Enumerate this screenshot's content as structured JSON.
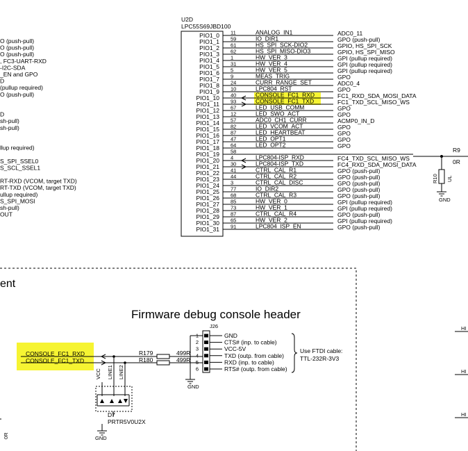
{
  "left_fragments": [
    "O (push-pull)",
    "O (push-pull)",
    "O (push-pull)",
    ", FC3-UART-RXD",
    "-I2C-SDA",
    "_EN and GPO",
    "D",
    "(pullup required)",
    "O (push-pull)",
    "",
    "",
    "D",
    "sh-pull)",
    "sh-pull)",
    "",
    "",
    "llup required)",
    "",
    "S_SPI_SSEL0",
    "S_SCL_SSEL1",
    "",
    "RT-RXD (VCOM, target TXD)",
    "RT-TXD (VCOM, target TXD)",
    "ullup required)",
    "S_SPI_MOSI",
    "sh-pull)",
    "OUT"
  ],
  "ic": {
    "refdes": "U2D",
    "part": "LPC55S69JBD100",
    "pins": [
      {
        "name": "PIO1_0",
        "num": "11",
        "net": "ANALOG_IN1",
        "func": "ADC0_11"
      },
      {
        "name": "PIO1_1",
        "num": "59",
        "net": "IO_DIR1",
        "func": "GPO (push-pull)"
      },
      {
        "name": "PIO1_2",
        "num": "61",
        "net": "HS_SPI_SCK-DIO2",
        "func": "GPIO, HS_SPI_SCK"
      },
      {
        "name": "PIO1_3",
        "num": "62",
        "net": "HS_SPI_MISO-DIO3",
        "func": "GPIO, HS_SPI_MISO"
      },
      {
        "name": "PIO1_4",
        "num": "1",
        "net": "HW_VER_3",
        "func": "GPI (pullup required)"
      },
      {
        "name": "PIO1_5",
        "num": "31",
        "net": "HW_VER_4",
        "func": "GPI (pullup required)"
      },
      {
        "name": "PIO1_6",
        "num": "5",
        "net": "HW_VER_5",
        "func": "GPI (pullup required)"
      },
      {
        "name": "PIO1_7",
        "num": "9",
        "net": "MEAS_TRIG",
        "func": "GPO"
      },
      {
        "name": "PIO1_8",
        "num": "24",
        "net": "CURR_RANGE_SET",
        "func": "ADC0_4"
      },
      {
        "name": "PIO1_9",
        "num": "10",
        "net": "LPC804_RST",
        "func": "GPO"
      },
      {
        "name": "PIO1_10",
        "num": "40",
        "net": "CONSOLE_FC1_RXD",
        "func": "FC1_RXD_SDA_MOSI_DATA"
      },
      {
        "name": "PIO1_11",
        "num": "93",
        "net": "CONSOLE_FC1_TXD",
        "func": "FC1_TXD_SCL_MISO_WS"
      },
      {
        "name": "PIO1_12",
        "num": "67",
        "net": "LED_USB_COMM",
        "func": "GPO"
      },
      {
        "name": "PIO1_13",
        "num": "12",
        "net": "LED_SWO_ACT",
        "func": "GPO"
      },
      {
        "name": "PIO1_14",
        "num": "57",
        "net": "ADC0_CH1_CURR",
        "func": "ACMP0_IN_D"
      },
      {
        "name": "PIO1_15",
        "num": "82",
        "net": "LED_VCOM_ACT",
        "func": "GPO"
      },
      {
        "name": "PIO1_16",
        "num": "87",
        "net": "LED_HEARTBEAT",
        "func": "GPO"
      },
      {
        "name": "PIO1_17",
        "num": "47",
        "net": "LED_OPT1",
        "func": "GPO"
      },
      {
        "name": "PIO1_18",
        "num": "64",
        "net": "LED_OPT2",
        "func": "GPO"
      },
      {
        "name": "PIO1_19",
        "num": "58",
        "net": "",
        "func": ""
      },
      {
        "name": "PIO1_20",
        "num": "4",
        "net": "LPC804-ISP_RXD",
        "func": "FC4_TXD_SCL_MISO_WS"
      },
      {
        "name": "PIO1_21",
        "num": "30",
        "net": "LPC804-ISP_TXD",
        "func": "FC4_RXD_SDA_MOSI_DATA"
      },
      {
        "name": "PIO1_22",
        "num": "41",
        "net": "CTRL_CAL_R1",
        "func": "GPO (push-pull)"
      },
      {
        "name": "PIO1_23",
        "num": "44",
        "net": "CTRL_CAL_R2",
        "func": "GPO (push-pull)"
      },
      {
        "name": "PIO1_24",
        "num": "3",
        "net": "CTRL_CAL_DISC",
        "func": "GPO (push-pull)"
      },
      {
        "name": "PIO1_25",
        "num": "77",
        "net": "IO_DIR2",
        "func": "GPO (push-pull)"
      },
      {
        "name": "PIO1_26",
        "num": "68",
        "net": "CTRL_CAL_R3",
        "func": "GPO (push-pull)"
      },
      {
        "name": "PIO1_27",
        "num": "85",
        "net": "HW_VER_0",
        "func": "GPI (pullup required)"
      },
      {
        "name": "PIO1_28",
        "num": "73",
        "net": "HW_VER_1",
        "func": "GPI (pullup required)"
      },
      {
        "name": "PIO1_29",
        "num": "87",
        "net": "CTRL_CAL_R4",
        "func": "GPO (push-pull)"
      },
      {
        "name": "PIO1_30",
        "num": "65",
        "net": "HW_VER_2",
        "func": "GPI (pullup required)"
      },
      {
        "name": "PIO1_31",
        "num": "91",
        "net": "LPC804_ISP_EN",
        "func": "GPO (push-pull)"
      }
    ]
  },
  "r9": {
    "ref": "R9",
    "value": "0R"
  },
  "r10": {
    "ref": "R10",
    "value": "UL"
  },
  "gnd_label": "GND",
  "section_left_title": "ent",
  "header_title": "Firmware debug console header",
  "j26": {
    "ref": "J26",
    "pins": [
      {
        "num": "1",
        "label": "GND"
      },
      {
        "num": "2",
        "label": "CTS# (inp. to cable)"
      },
      {
        "num": "3",
        "label": "VCC-5V"
      },
      {
        "num": "4",
        "label": "TXD (outp. from cable)"
      },
      {
        "num": "5",
        "label": "RXD (inp. to cable)"
      },
      {
        "num": "6",
        "label": "RTS# (outp. from cable)"
      }
    ],
    "note_line1": "Use FTDI cable:",
    "note_line2": "TTL-232R-3V3"
  },
  "console_nets": [
    "CONSOLE_FC1_RXD",
    "CONSOLE_FC1_TXD"
  ],
  "r179": {
    "ref": "R179",
    "value": "499R"
  },
  "r180": {
    "ref": "R180",
    "value": "499R"
  },
  "d7": {
    "ref": "D7",
    "part": "PRTR5V0U2X",
    "pin_vcc": "VCC",
    "pin_line1": "LINE1",
    "pin_line2": "LINE2"
  },
  "bottom_left_value": "0R",
  "right_stubs": [
    "HI",
    "HI",
    "HI"
  ],
  "colors": {
    "highlight": "#f6f432",
    "wire": "#000000",
    "frame": "#000000"
  }
}
